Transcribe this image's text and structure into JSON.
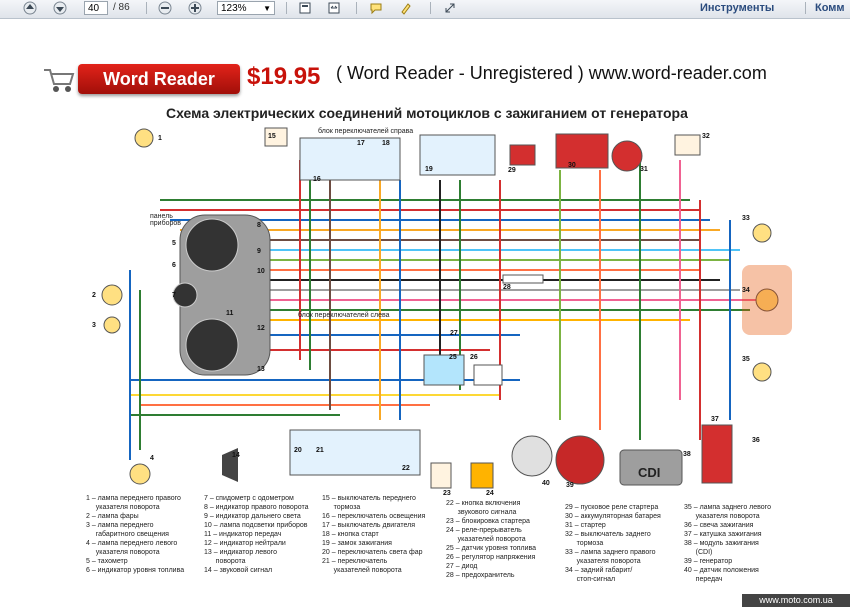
{
  "toolbar": {
    "page_current": "40",
    "page_total": "/ 86",
    "zoom": "123%",
    "tools_label": "Инструменты",
    "comments_label": "Комм"
  },
  "banner": {
    "logo_text": "Word Reader",
    "price": "$19.95",
    "unreg_text": "( Word Reader - Unregistered ) www.word-reader.com"
  },
  "diagram": {
    "title": "Схема электрических соединений мотоциклов с зажиганием от генератора",
    "label_right_block": "блок переключателей справа",
    "label_left_block": "блок переключателей слева",
    "label_panel": "панель приборов",
    "label_cdi": "CDI",
    "nums": [
      "1",
      "2",
      "3",
      "4",
      "5",
      "6",
      "7",
      "8",
      "9",
      "10",
      "11",
      "12",
      "13",
      "14",
      "15",
      "16",
      "17",
      "18",
      "19",
      "20",
      "21",
      "22",
      "23",
      "24",
      "25",
      "26",
      "27",
      "28",
      "29",
      "30",
      "31",
      "32",
      "33",
      "34",
      "35",
      "36",
      "37",
      "38",
      "39",
      "40"
    ]
  },
  "legend": {
    "col1": "1 – лампа переднего правого\n     указателя поворота\n2 – лампа фары\n3 – лампа переднего\n     габаритного свещения\n4 – лампа переднего левого\n     указателя поворота\n5 – тахометр\n6 – индикатор уровня топлива",
    "col2": "7 – спидометр с одометром\n8 – индикатор правого поворота\n9 – индикатор дальнего света\n10 – лампа подсветки приборов\n11 – индикатор передач\n12 – индикатор нейтрали\n13 – индикатор левого\n      поворота\n14 – звуковой сигнал",
    "col3": "15 – выключатель переднего\n      тормоза\n16 – переключатель освещения\n17 – выключатель двигателя\n18 – кнопка старт\n19 – замок зажигания\n20 – переключатель света фар\n21 – переключатель\n      указателей поворота",
    "col4": "22 – кнопка включения\n      звукового сигнала\n23 – блокировка стартера\n24 – реле-прерыватель\n      указателей поворота\n25 – датчик уровня топлива\n26 – регулятор напряжения\n27 – диод\n28 – предохранитель",
    "col5": "29 – пусковое реле стартера\n30 – аккумуляторная батарея\n31 – стартер\n32 – выключатель заднего\n      тормоза\n33 – лампа заднего правого\n      указателя поворота\n34 – задний габарит/\n      стоп-сигнал",
    "col6": "35 – лампа заднего левого\n      указателя поворота\n36 – свеча зажигания\n37 – катушка зажигания\n38 – модуль зажигания\n      (CDI)\n39 – генератор\n40 – датчик положения\n      передач"
  },
  "footer": {
    "site": "www.moto.com.ua"
  }
}
